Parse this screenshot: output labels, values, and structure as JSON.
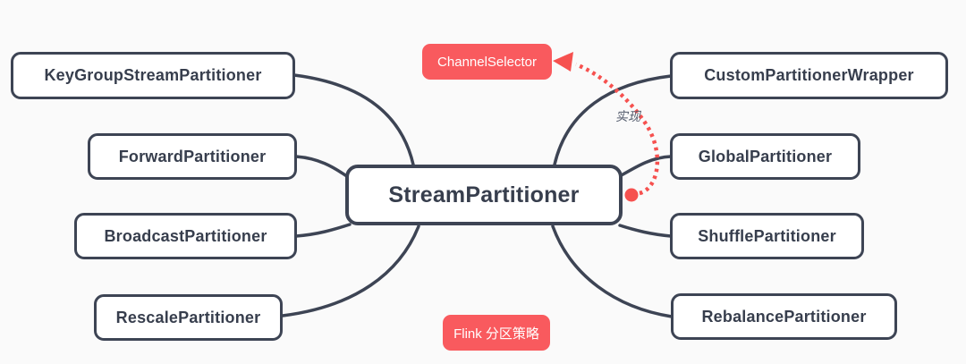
{
  "diagram": {
    "type": "mindmap",
    "center_node": {
      "label": "StreamPartitioner"
    },
    "left_nodes": [
      {
        "label": "KeyGroupStreamPartitioner"
      },
      {
        "label": "ForwardPartitioner"
      },
      {
        "label": "BroadcastPartitioner"
      },
      {
        "label": "RescalePartitioner"
      }
    ],
    "right_nodes": [
      {
        "label": "CustomPartitionerWrapper"
      },
      {
        "label": "GlobalPartitioner"
      },
      {
        "label": "ShufflePartitioner"
      },
      {
        "label": "RebalancePartitioner"
      }
    ],
    "top_badge": {
      "label": "ChannelSelector"
    },
    "bottom_badge": {
      "label": "Flink 分区策略"
    },
    "relation": {
      "label": "实现"
    },
    "colors": {
      "background": "#fafafa",
      "node_fill": "#ffffff",
      "node_border": "#3d4454",
      "node_text": "#373e4d",
      "accent_red": "#f95a5e",
      "dotted_red": "#f6514f",
      "badge_text": "#ffffff",
      "relation_label": "#555d6e"
    }
  }
}
